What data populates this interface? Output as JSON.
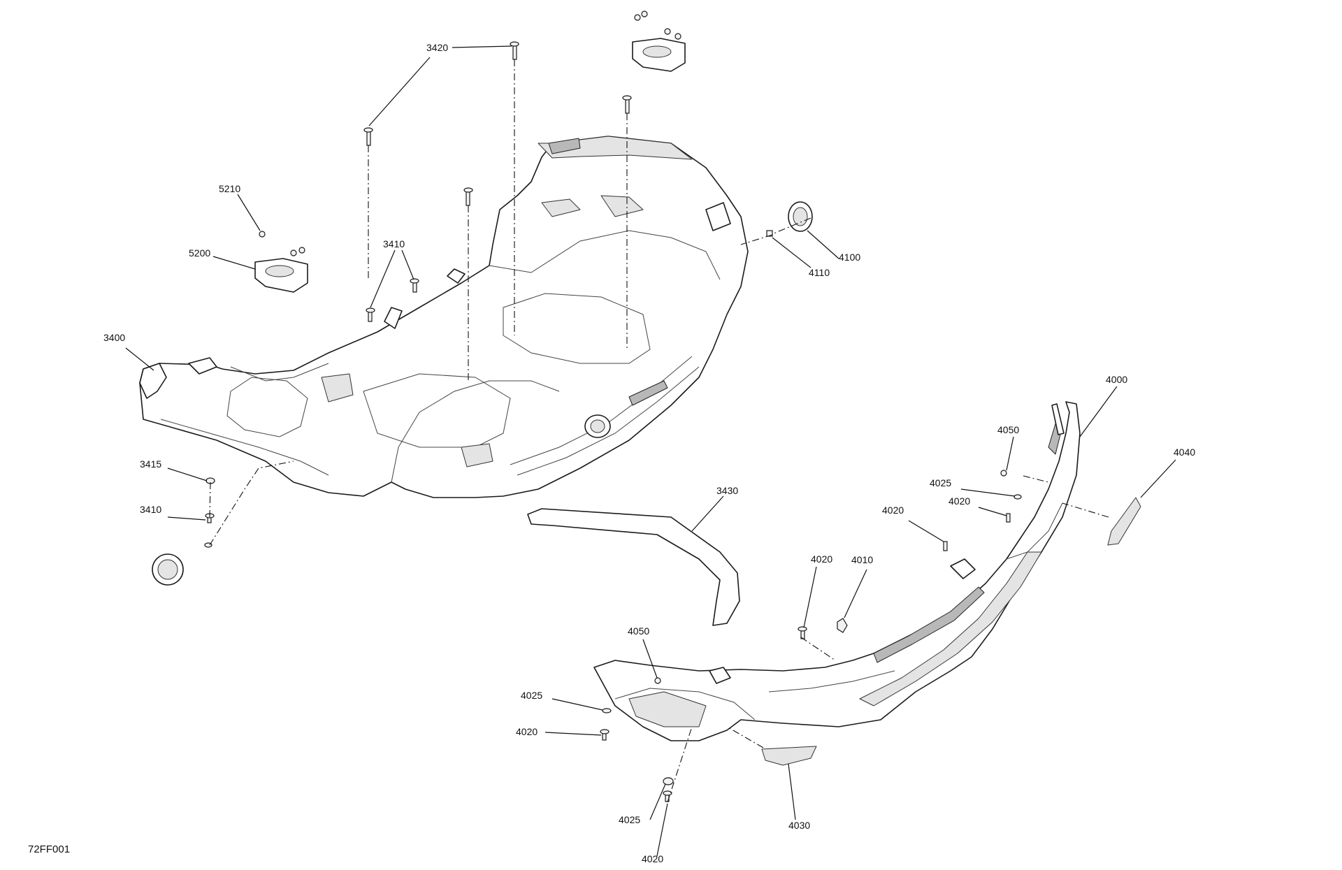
{
  "figure_id": "72FF001",
  "callouts": {
    "c3420": "3420",
    "c5210": "5210",
    "c5200": "5200",
    "c3410_top": "3410",
    "c3400": "3400",
    "c3415": "3415",
    "c3410_bottom": "3410",
    "c4100": "4100",
    "c4110": "4110",
    "c3430": "3430",
    "c4000": "4000",
    "c4050_right": "4050",
    "c4040": "4040",
    "c4025_right": "4025",
    "c4020_right1": "4020",
    "c4020_right2": "4020",
    "c4020_mid": "4020",
    "c4010": "4010",
    "c4050_left": "4050",
    "c4025_left": "4025",
    "c4020_left": "4020",
    "c4025_bottom": "4025",
    "c4030": "4030",
    "c4020_bottom": "4020"
  }
}
